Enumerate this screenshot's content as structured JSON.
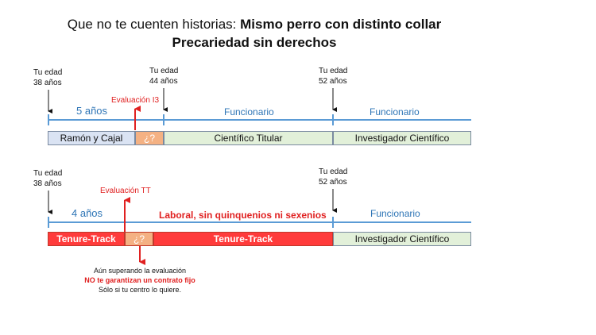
{
  "title": {
    "prefix": "Que no te cuenten historias: ",
    "bold": "Mismo perro con distinto collar",
    "subtitle": "Precariedad sin derechos"
  },
  "top_timeline": {
    "age_38": {
      "line1": "Tu edad",
      "line2": "38 años"
    },
    "age_44": {
      "line1": "Tu edad",
      "line2": "44 años"
    },
    "age_52": {
      "line1": "Tu edad",
      "line2": "52 años"
    },
    "evaluation": "Evaluación I3",
    "seg_years": "5 años",
    "seg_func1": "Funcionario",
    "seg_func2": "Funcionario",
    "box_ryc": "Ramón y Cajal",
    "box_q": "¿?",
    "box_ct": "Científico Titular",
    "box_ic": "Investigador Científico"
  },
  "bottom_timeline": {
    "age_38": {
      "line1": "Tu edad",
      "line2": "38 años"
    },
    "age_52": {
      "line1": "Tu edad",
      "line2": "52 años"
    },
    "evaluation": "Evaluación TT",
    "seg_years": "4 años",
    "seg_laboral": "Laboral, sin quinquenios ni sexenios",
    "seg_func": "Funcionario",
    "box_tt1": "Tenure-Track",
    "box_q": "¿?",
    "box_tt2": "Tenure-Track",
    "box_ic": "Investigador Científico"
  },
  "note": {
    "line1": "Aún superando la evaluación",
    "line2": "NO te garantizan un contrato fijo",
    "line3": "Sólo si tu centro lo quiere."
  },
  "colors": {
    "blue_line": "#5b9bd5",
    "light_blue": "#dae3f3",
    "light_green": "#e2f0d9",
    "orange": "#f4b183",
    "red": "#ff3b3b"
  }
}
